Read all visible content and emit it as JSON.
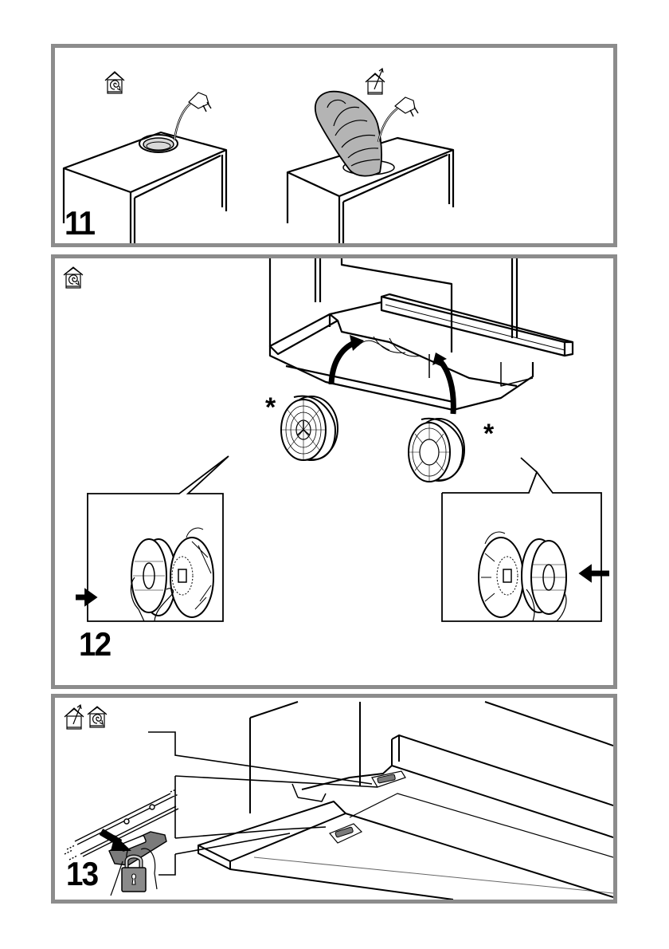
{
  "document": {
    "type": "installation-instructions",
    "subject": "telescopic cooker hood"
  },
  "colors": {
    "frame_border": "#8c8c8c",
    "line_art": "#000000",
    "duct_fill": "#b4b4b4",
    "lock_fill": "#8a8a8a",
    "tab_fill": "#7a7a7a"
  },
  "steps": [
    {
      "number": "11",
      "scenes": [
        {
          "mode_icon": "recirculation-mode-icon",
          "description": "Cabinet top with round ring opening and power cord plug"
        },
        {
          "mode_icon": "extraction-mode-icon",
          "description": "Cabinet top with flexible duct pipe and power cord plug"
        }
      ]
    },
    {
      "number": "12",
      "mode_icon": "recirculation-mode-icon",
      "filter_marker": "*",
      "description": "Insert carbon filters onto motor housings under the hood, twist and push"
    },
    {
      "number": "13",
      "mode_icons": [
        "extraction-mode-icon",
        "recirculation-mode-icon"
      ],
      "description": "Slide locking tabs to lock the telescopic drawer",
      "lock_icon": "padlock-icon"
    }
  ]
}
